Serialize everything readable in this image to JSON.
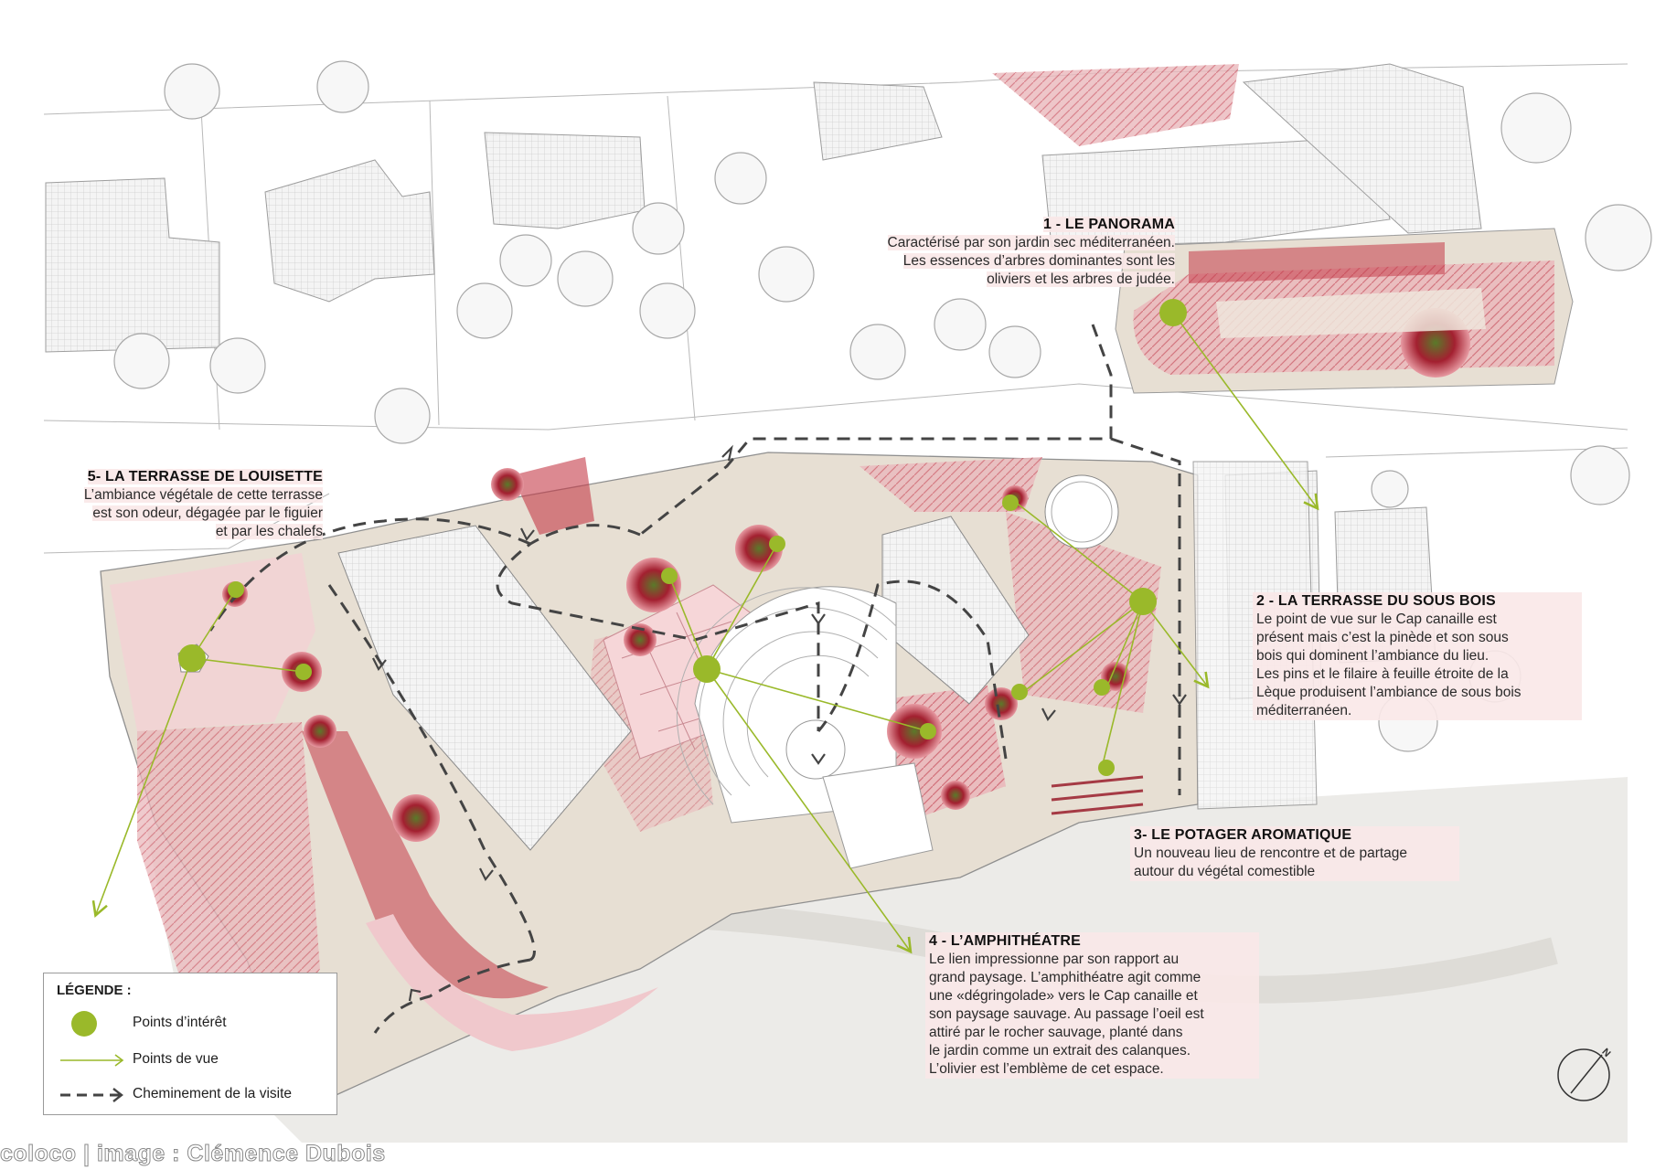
{
  "zones": {
    "panorama": {
      "title": "1 - LE PANORAMA",
      "lines": [
        "Caractérisé par son jardin sec méditerranéen.",
        "Les essences d’arbres dominantes sont les",
        "oliviers et les arbres de judée."
      ]
    },
    "sous_bois": {
      "title": "2 - LA TERRASSE DU SOUS BOIS",
      "lines": [
        "Le point de vue sur le Cap canaille est",
        "présent mais c’est la pinède et son sous",
        "bois qui dominent l’ambiance du lieu.",
        "Les pins et le filaire à feuille étroite de la",
        "Lèque produisent l’ambiance de sous bois",
        "méditerranéen."
      ]
    },
    "potager": {
      "title": "3- LE POTAGER AROMATIQUE",
      "lines": [
        "Un nouveau lieu de rencontre et de partage",
        "autour du végétal comestible"
      ]
    },
    "amphitheatre": {
      "title": "4 - L’AMPHITHÉATRE",
      "lines": [
        "Le lien impressionne par son rapport au",
        "grand paysage. L’amphithéatre agit comme",
        "une «dégringolade» vers le Cap canaille et",
        "son paysage sauvage. Au passage l’oeil est",
        "attiré par le rocher sauvage, planté dans",
        "le jardin comme un extrait des calanques.",
        "L’olivier est l’emblème de cet espace."
      ]
    },
    "louisette": {
      "title": "5- LA TERRASSE DE LOUISETTE",
      "lines": [
        "L’ambiance végétale de cette terrasse",
        "est son odeur, dégagée par le figuier",
        "et par les chalefs"
      ]
    }
  },
  "legend": {
    "title": "LÉGENDE :",
    "points_interet": "Points d’intérêt",
    "points_vue": "Points de vue",
    "cheminement": "Cheminement de la visite"
  },
  "credit": "coloco | image : Clémence Dubois",
  "north_label": "N",
  "colors": {
    "accent_green": "#9ab92a",
    "garden_red": "#c43a48",
    "path_gray": "#444444",
    "paving": "#e4ddd2",
    "highlight": "#fae8e8"
  }
}
